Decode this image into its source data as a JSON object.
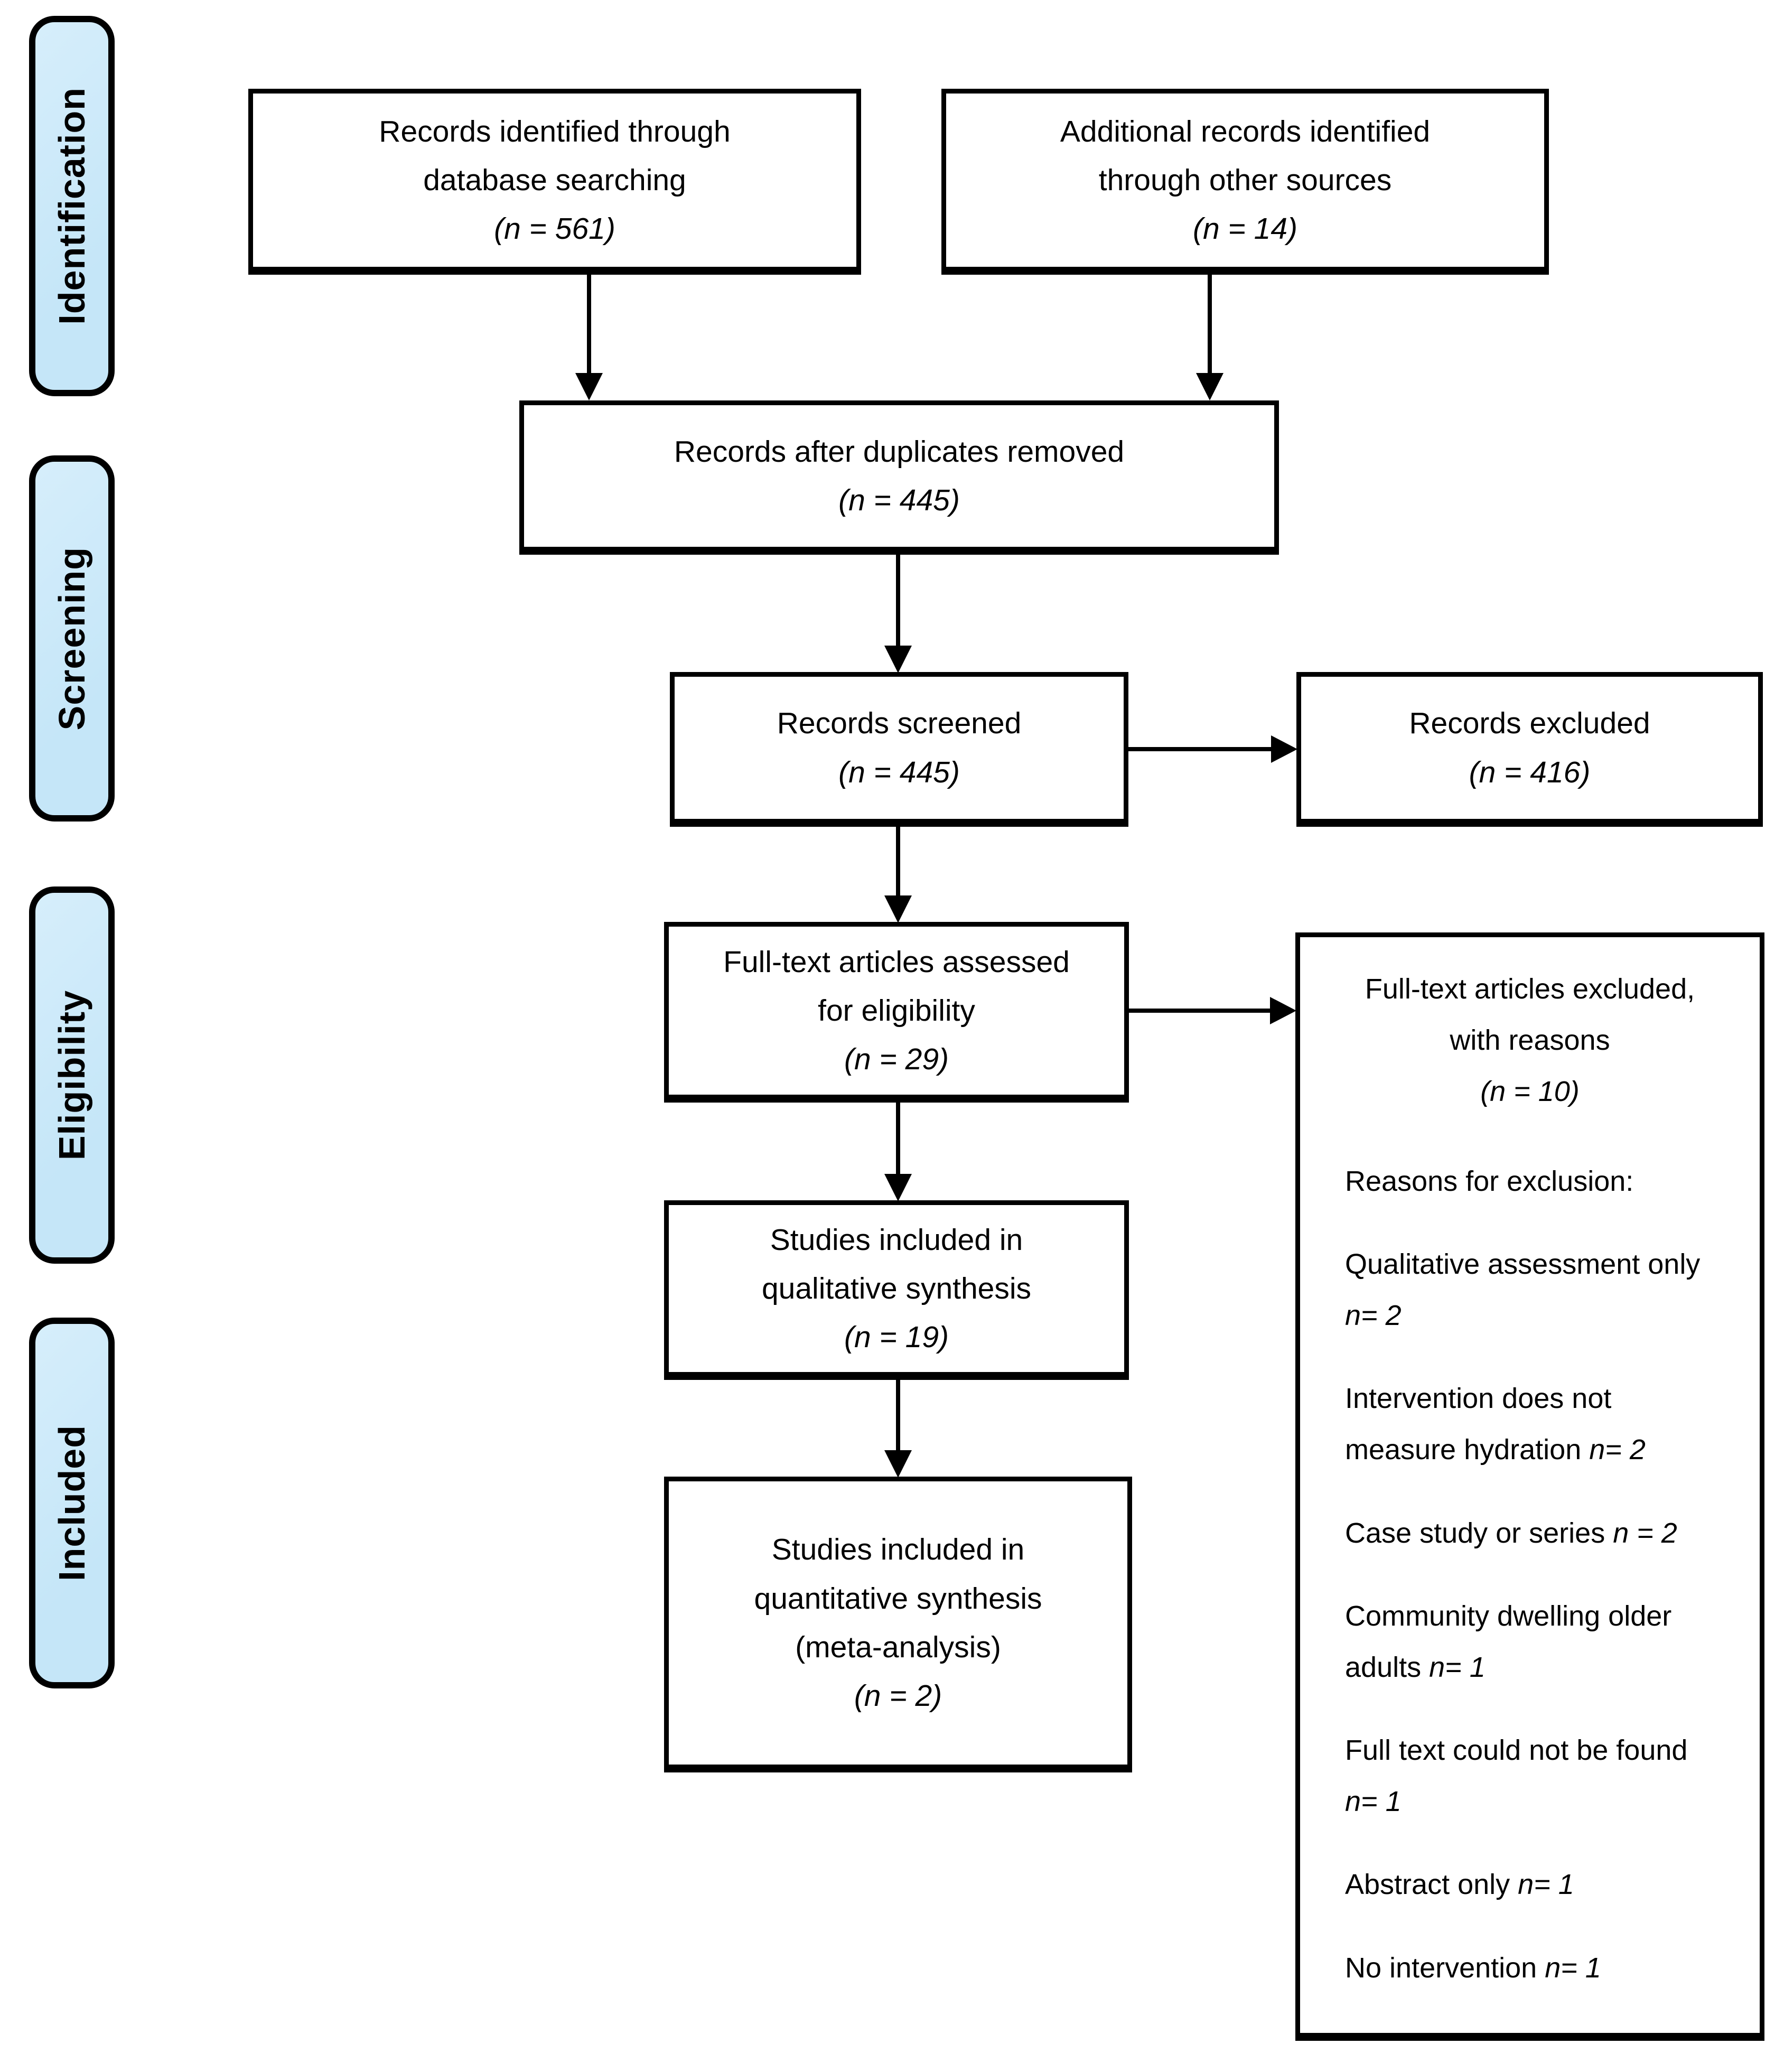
{
  "colors": {
    "stage_fill": "#c5e6f8",
    "border": "#000000",
    "box_fill": "#ffffff"
  },
  "sidebar": {
    "items": [
      {
        "label": "Identification"
      },
      {
        "label": "Screening"
      },
      {
        "label": "Eligibility"
      },
      {
        "label": "Included"
      }
    ]
  },
  "boxes": {
    "records_identified": {
      "line1": "Records identified through",
      "line2": "database searching",
      "n": "(n = 561)"
    },
    "additional_records": {
      "line1": "Additional records identified",
      "line2": "through other sources",
      "n": "(n = 14)"
    },
    "duplicates_removed": {
      "line1": "Records after duplicates removed",
      "n": "(n = 445)"
    },
    "records_screened": {
      "line1": "Records screened",
      "n": "(n = 445)"
    },
    "records_excluded": {
      "line1": "Records excluded",
      "n": "(n = 416)"
    },
    "fulltext_assessed": {
      "line1": "Full-text articles assessed",
      "line2": "for eligibility",
      "n": "(n = 29)"
    },
    "fulltext_excluded": {
      "line1": "Full-text articles excluded,",
      "line2": "with reasons",
      "n": "(n = 10)",
      "reasons_heading": "Reasons for exclusion:",
      "reasons": [
        {
          "text": "Qualitative assessment only",
          "n": "n= 2"
        },
        {
          "text": "Intervention does not measure hydration",
          "n": "n= 2"
        },
        {
          "text": "Case study or series",
          "n": "n = 2"
        },
        {
          "text": "Community dwelling older adults",
          "n": "n= 1"
        },
        {
          "text": "Full text could not be found",
          "n": "n= 1"
        },
        {
          "text": "Abstract only",
          "n": "n= 1"
        },
        {
          "text": "No intervention",
          "n": "n= 1"
        }
      ]
    },
    "qualitative_synthesis": {
      "line1": "Studies included in",
      "line2": "qualitative synthesis",
      "n": "(n = 19)"
    },
    "quantitative_synthesis": {
      "line1": "Studies included in",
      "line2": "quantitative synthesis",
      "line3": "(meta-analysis)",
      "n": "(n = 2)"
    }
  }
}
